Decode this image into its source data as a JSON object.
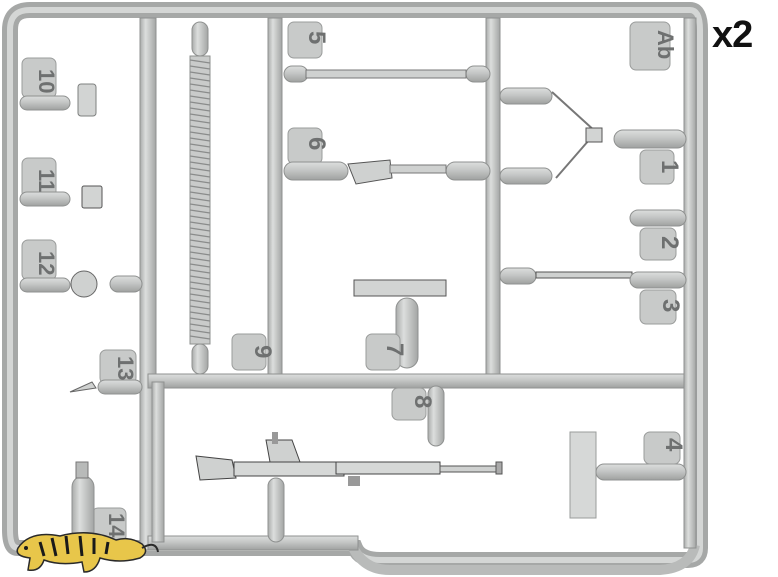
{
  "quantity_label": "x2",
  "sprue_code": "Ab",
  "part_numbers": [
    "1",
    "2",
    "3",
    "4",
    "5",
    "6",
    "7",
    "8",
    "9",
    "10",
    "11",
    "12",
    "13",
    "14"
  ],
  "colors": {
    "background": "#ffffff",
    "plastic": "#c4c6c5",
    "plastic_shade": "#a9abaa",
    "plastic_light": "#dcdedd",
    "outline": "#8f9190",
    "text": "#111111",
    "logo_body": "#e8c64a",
    "logo_stripe": "#1a1a1a"
  },
  "logo_icon": "tiger-logo-icon"
}
